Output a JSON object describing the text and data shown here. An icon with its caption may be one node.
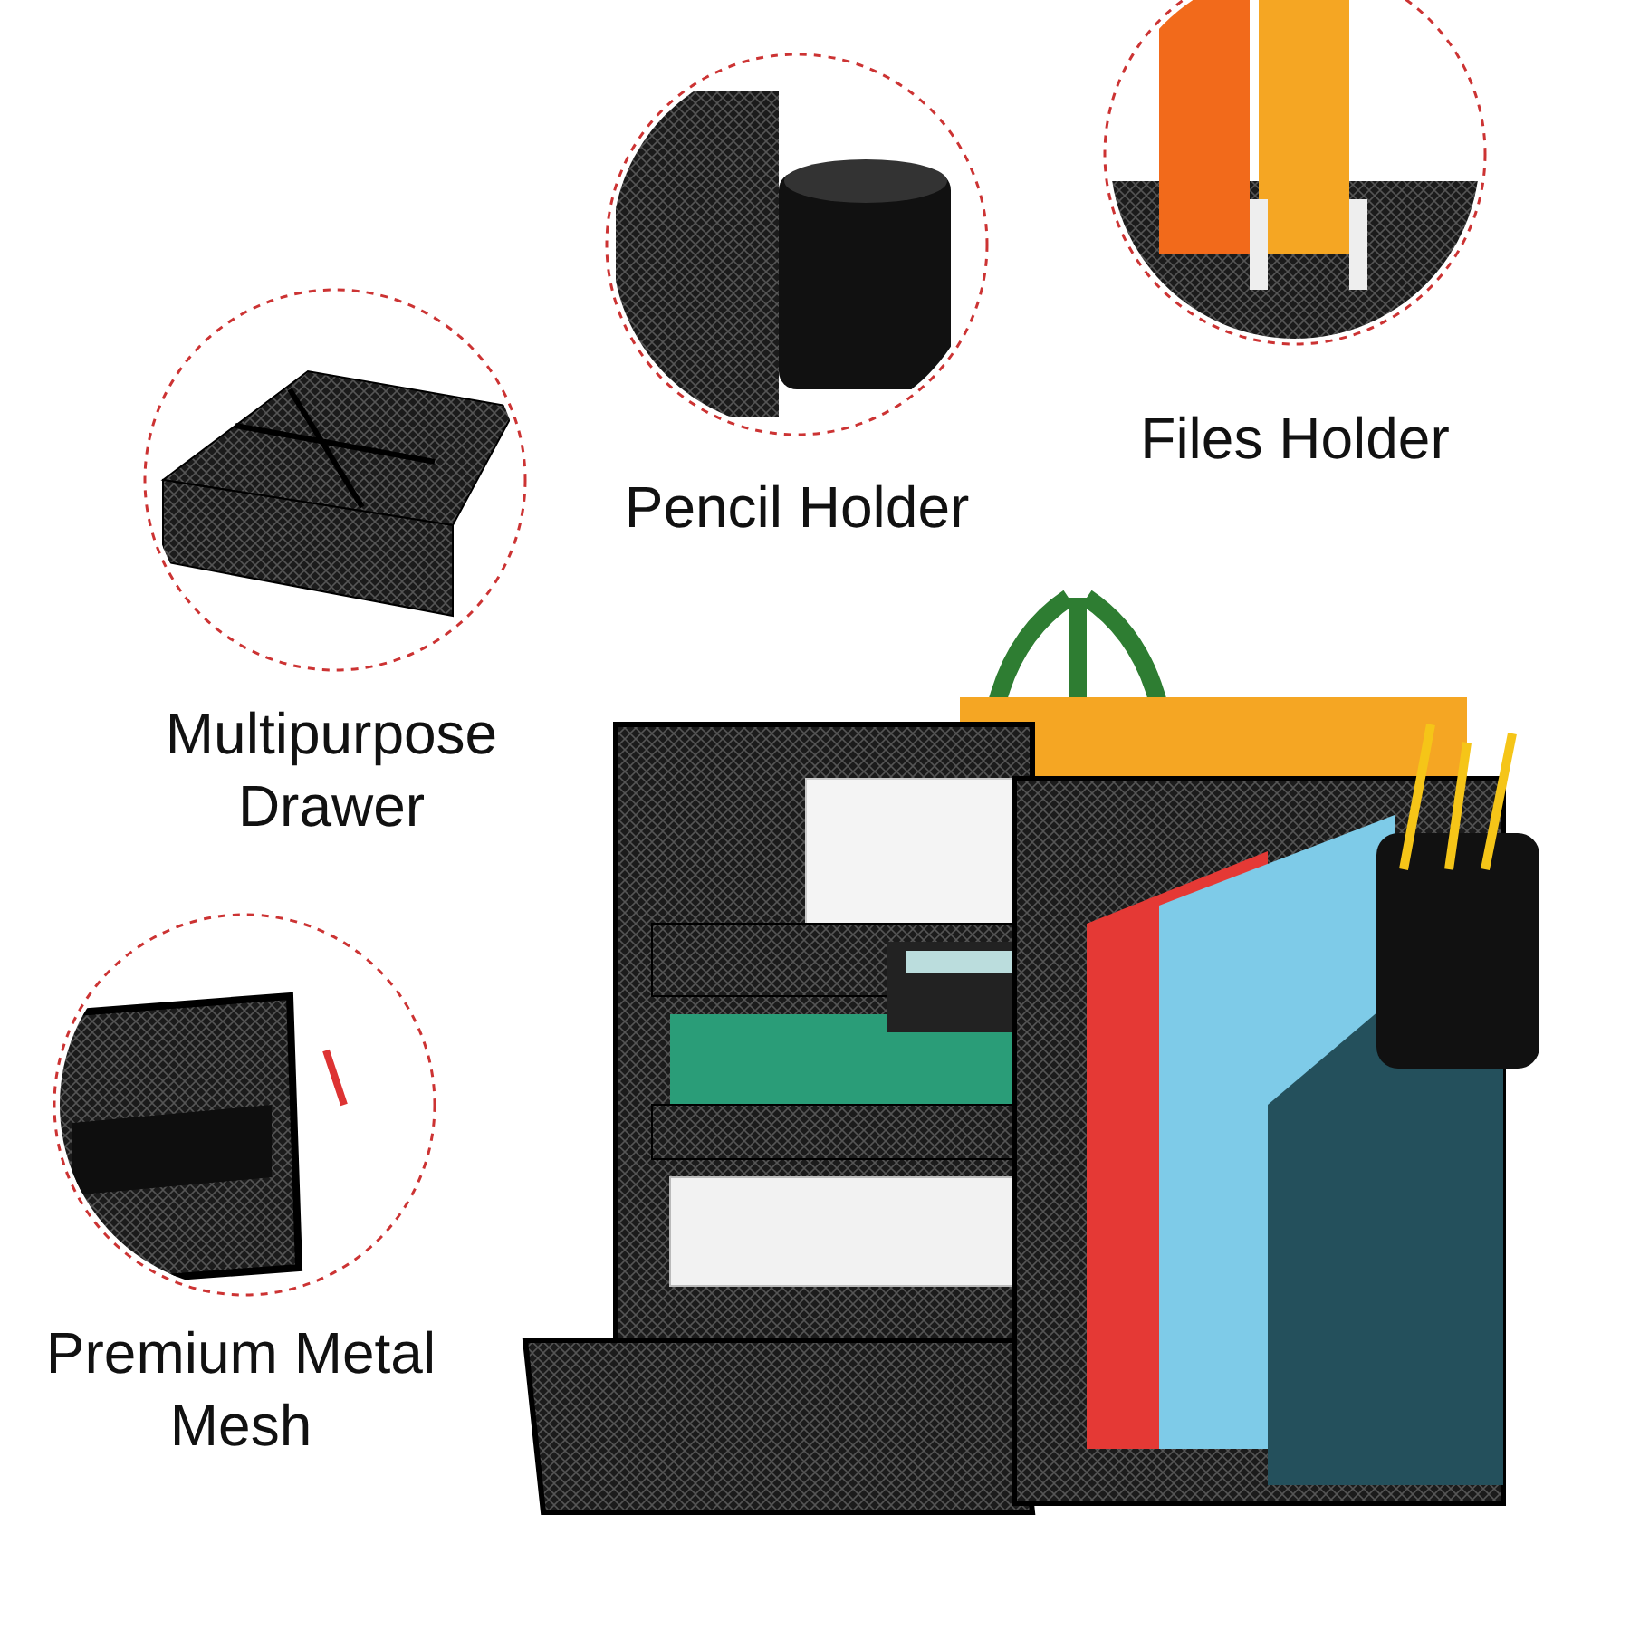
{
  "diagram": {
    "labels": [
      "Pencil Holder",
      "Files Holder",
      "Multipurpose Drawer",
      "Premium Metal Mesh"
    ]
  }
}
